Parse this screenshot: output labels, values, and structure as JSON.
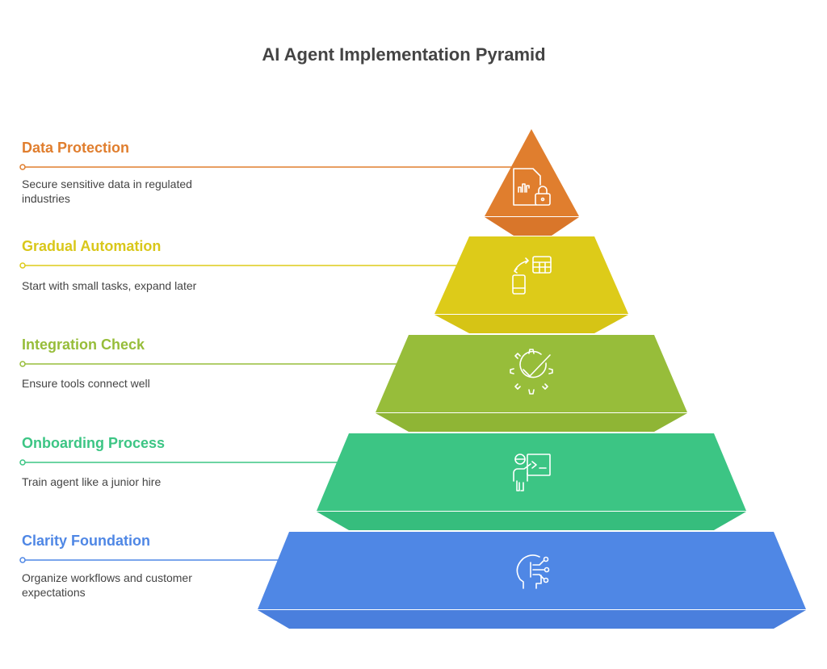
{
  "title": "AI Agent Implementation Pyramid",
  "levels": [
    {
      "label": "Data Protection",
      "description": "Secure sensitive data in regulated industries",
      "color": "#E07E2E",
      "icon": "data-lock-icon"
    },
    {
      "label": "Gradual Automation",
      "description": "Start with small tasks, expand later",
      "color": "#DDCB19",
      "icon": "device-sync-table-icon"
    },
    {
      "label": "Integration Check",
      "description": "Ensure tools connect well",
      "color": "#97BD3A",
      "icon": "gear-check-icon"
    },
    {
      "label": "Onboarding Process",
      "description": "Train agent like a junior hire",
      "color": "#3CC584",
      "icon": "person-terminal-icon"
    },
    {
      "label": "Clarity Foundation",
      "description": "Organize workflows and customer expectations",
      "color": "#4F87E5",
      "icon": "head-circuit-icon"
    }
  ]
}
